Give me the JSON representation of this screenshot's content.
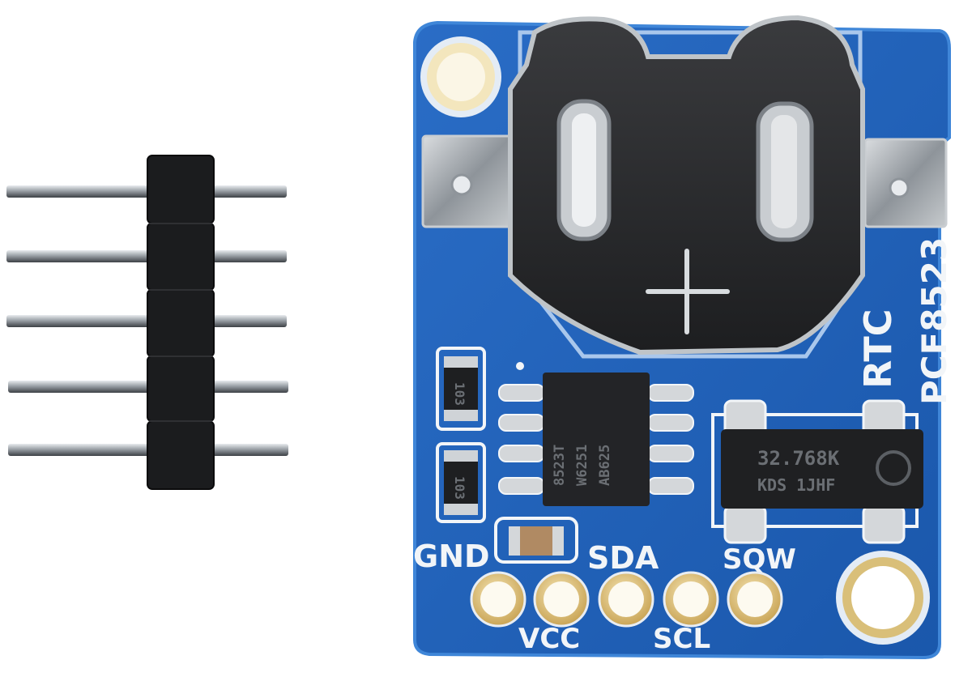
{
  "board": {
    "title_rtc": "RTC",
    "title_chip": "PCF8523",
    "pins": {
      "gnd": "GND",
      "vcc": "VCC",
      "sda": "SDA",
      "scl": "SCL",
      "sqw": "SQW"
    },
    "resistor_top_code": "103",
    "resistor_bottom_code": "103",
    "chip_markings": [
      "8523T",
      "W6251",
      "AB625"
    ],
    "crystal_markings": [
      "32.768K",
      "KDS 1JHF"
    ]
  },
  "colors": {
    "pcb": "#1f5fb8",
    "pcb_edge": "#3f86d8",
    "silkscreen": "#f2f5f8",
    "gold_pad": "#d7b86a",
    "header_plastic": "#1b1c1e",
    "header_pin": "#b8bcc0"
  },
  "icons": {
    "battery_plus": "plus-icon"
  }
}
